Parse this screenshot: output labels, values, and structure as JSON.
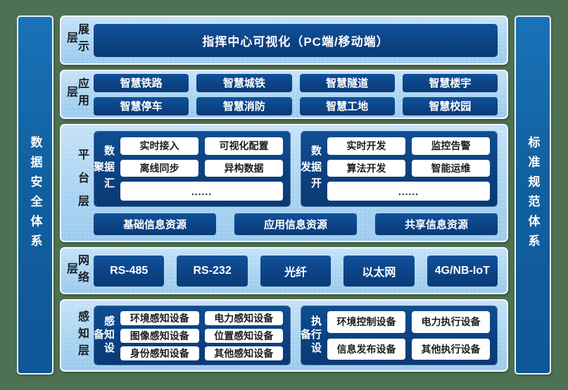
{
  "colors": {
    "background_green": "#4e7153",
    "panel_light_blue": "#aad4f2",
    "dark_box_blue": "#0c4385",
    "side_bar_blue": "#11609f",
    "box_text_white": "#ffffff",
    "label_text_dark": "#161d26"
  },
  "left_bar": {
    "label": "数据安全体系"
  },
  "right_bar": {
    "label": "标准规范体系"
  },
  "layers": {
    "display": {
      "label": "展示层",
      "box": "指挥中心可视化（PC端/移动端）"
    },
    "application": {
      "label": "应用层",
      "items": [
        "智慧铁路",
        "智慧城铁",
        "智慧隧道",
        "智慧楼宇",
        "智慧停车",
        "智慧消防",
        "智慧工地",
        "智慧校园"
      ]
    },
    "platform": {
      "label": "平台层",
      "groups": [
        {
          "label": "数据汇聚",
          "items": [
            "实时接入",
            "可视化配置",
            "离线同步",
            "异构数据"
          ],
          "more": "......"
        },
        {
          "label": "数据开发",
          "items": [
            "实时开发",
            "监控告警",
            "算法开发",
            "智能运维"
          ],
          "more": "......"
        }
      ],
      "resources": [
        "基础信息资源",
        "应用信息资源",
        "共享信息资源"
      ]
    },
    "network": {
      "label": "网络层",
      "items": [
        "RS-485",
        "RS-232",
        "光纤",
        "以太网",
        "4G/NB-IoT"
      ]
    },
    "perception": {
      "label": "感知层",
      "groups": [
        {
          "label": "感知设备",
          "items": [
            "环境感知设备",
            "电力感知设备",
            "图像感知设备",
            "位置感知设备",
            "身份感知设备",
            "其他感知设备"
          ]
        },
        {
          "label": "执行设备",
          "items": [
            "环境控制设备",
            "电力执行设备",
            "信息发布设备",
            "其他执行设备"
          ]
        }
      ]
    }
  }
}
